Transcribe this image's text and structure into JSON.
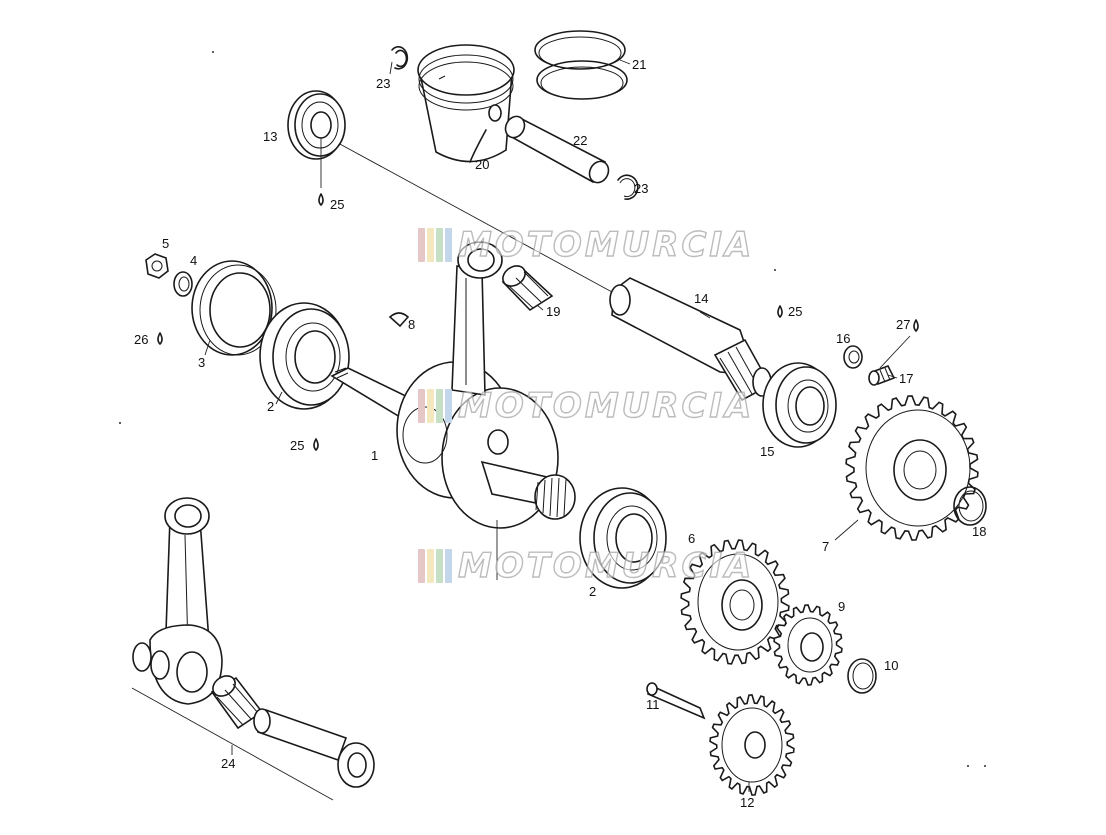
{
  "diagram": {
    "callouts": {
      "c1": "1",
      "c2a": "2",
      "c2b": "2",
      "c3": "3",
      "c4": "4",
      "c5": "5",
      "c6": "6",
      "c7": "7",
      "c8": "8",
      "c9": "9",
      "c10": "10",
      "c11": "11",
      "c12": "12",
      "c13": "13",
      "c14": "14",
      "c15": "15",
      "c16": "16",
      "c17": "17",
      "c18": "18",
      "c19": "19",
      "c20": "20",
      "c21": "21",
      "c22": "22",
      "c23a": "23",
      "c23b": "23",
      "c24": "24",
      "c25a": "25",
      "c25b": "25",
      "c25c": "25",
      "c26": "26",
      "c27": "27"
    },
    "watermark": {
      "text": "MOTOMURCIA",
      "stripe_colors": [
        "#e6c7c7",
        "#f2e7bd",
        "#c6e0c6",
        "#c3d6ea"
      ]
    }
  }
}
